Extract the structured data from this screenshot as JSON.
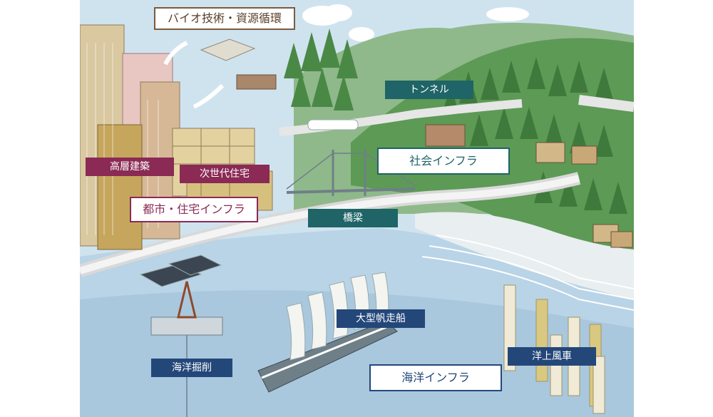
{
  "labels": {
    "bio": "バイオ技術・資源循環",
    "tunnel": "トンネル",
    "social_infra": "社会インフラ",
    "high_rise": "高層建築",
    "next_gen_housing": "次世代住宅",
    "urban_housing_infra": "都市・住宅インフラ",
    "bridge": "橋梁",
    "sailing_ship": "大型帆走船",
    "offshore_wind": "洋上風車",
    "ocean_drilling": "海洋掘削",
    "ocean_infra": "海洋インフラ"
  },
  "colors": {
    "magenta": "#8a2a55",
    "teal": "#1f6466",
    "navy": "#24477a",
    "brown": "#7a5a3e",
    "sea": "#b9d4e6",
    "forest": "#4f8a4a"
  }
}
